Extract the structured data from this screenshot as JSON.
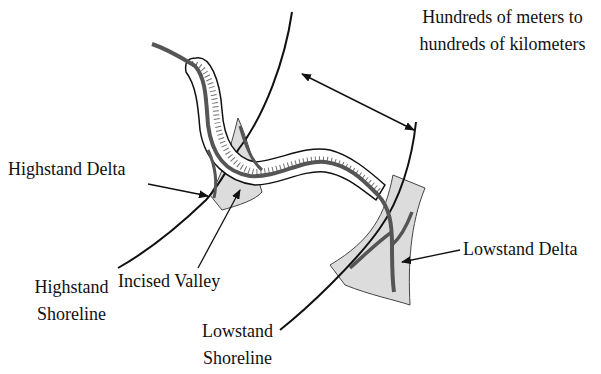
{
  "diagram": {
    "labels": [
      "Hundreds of meters to hundreds of kilometers",
      "Highstand Delta",
      "Incised Valley",
      "Highstand Shoreline",
      "Lowstand Delta",
      "Lowstand Shoreline"
    ]
  }
}
